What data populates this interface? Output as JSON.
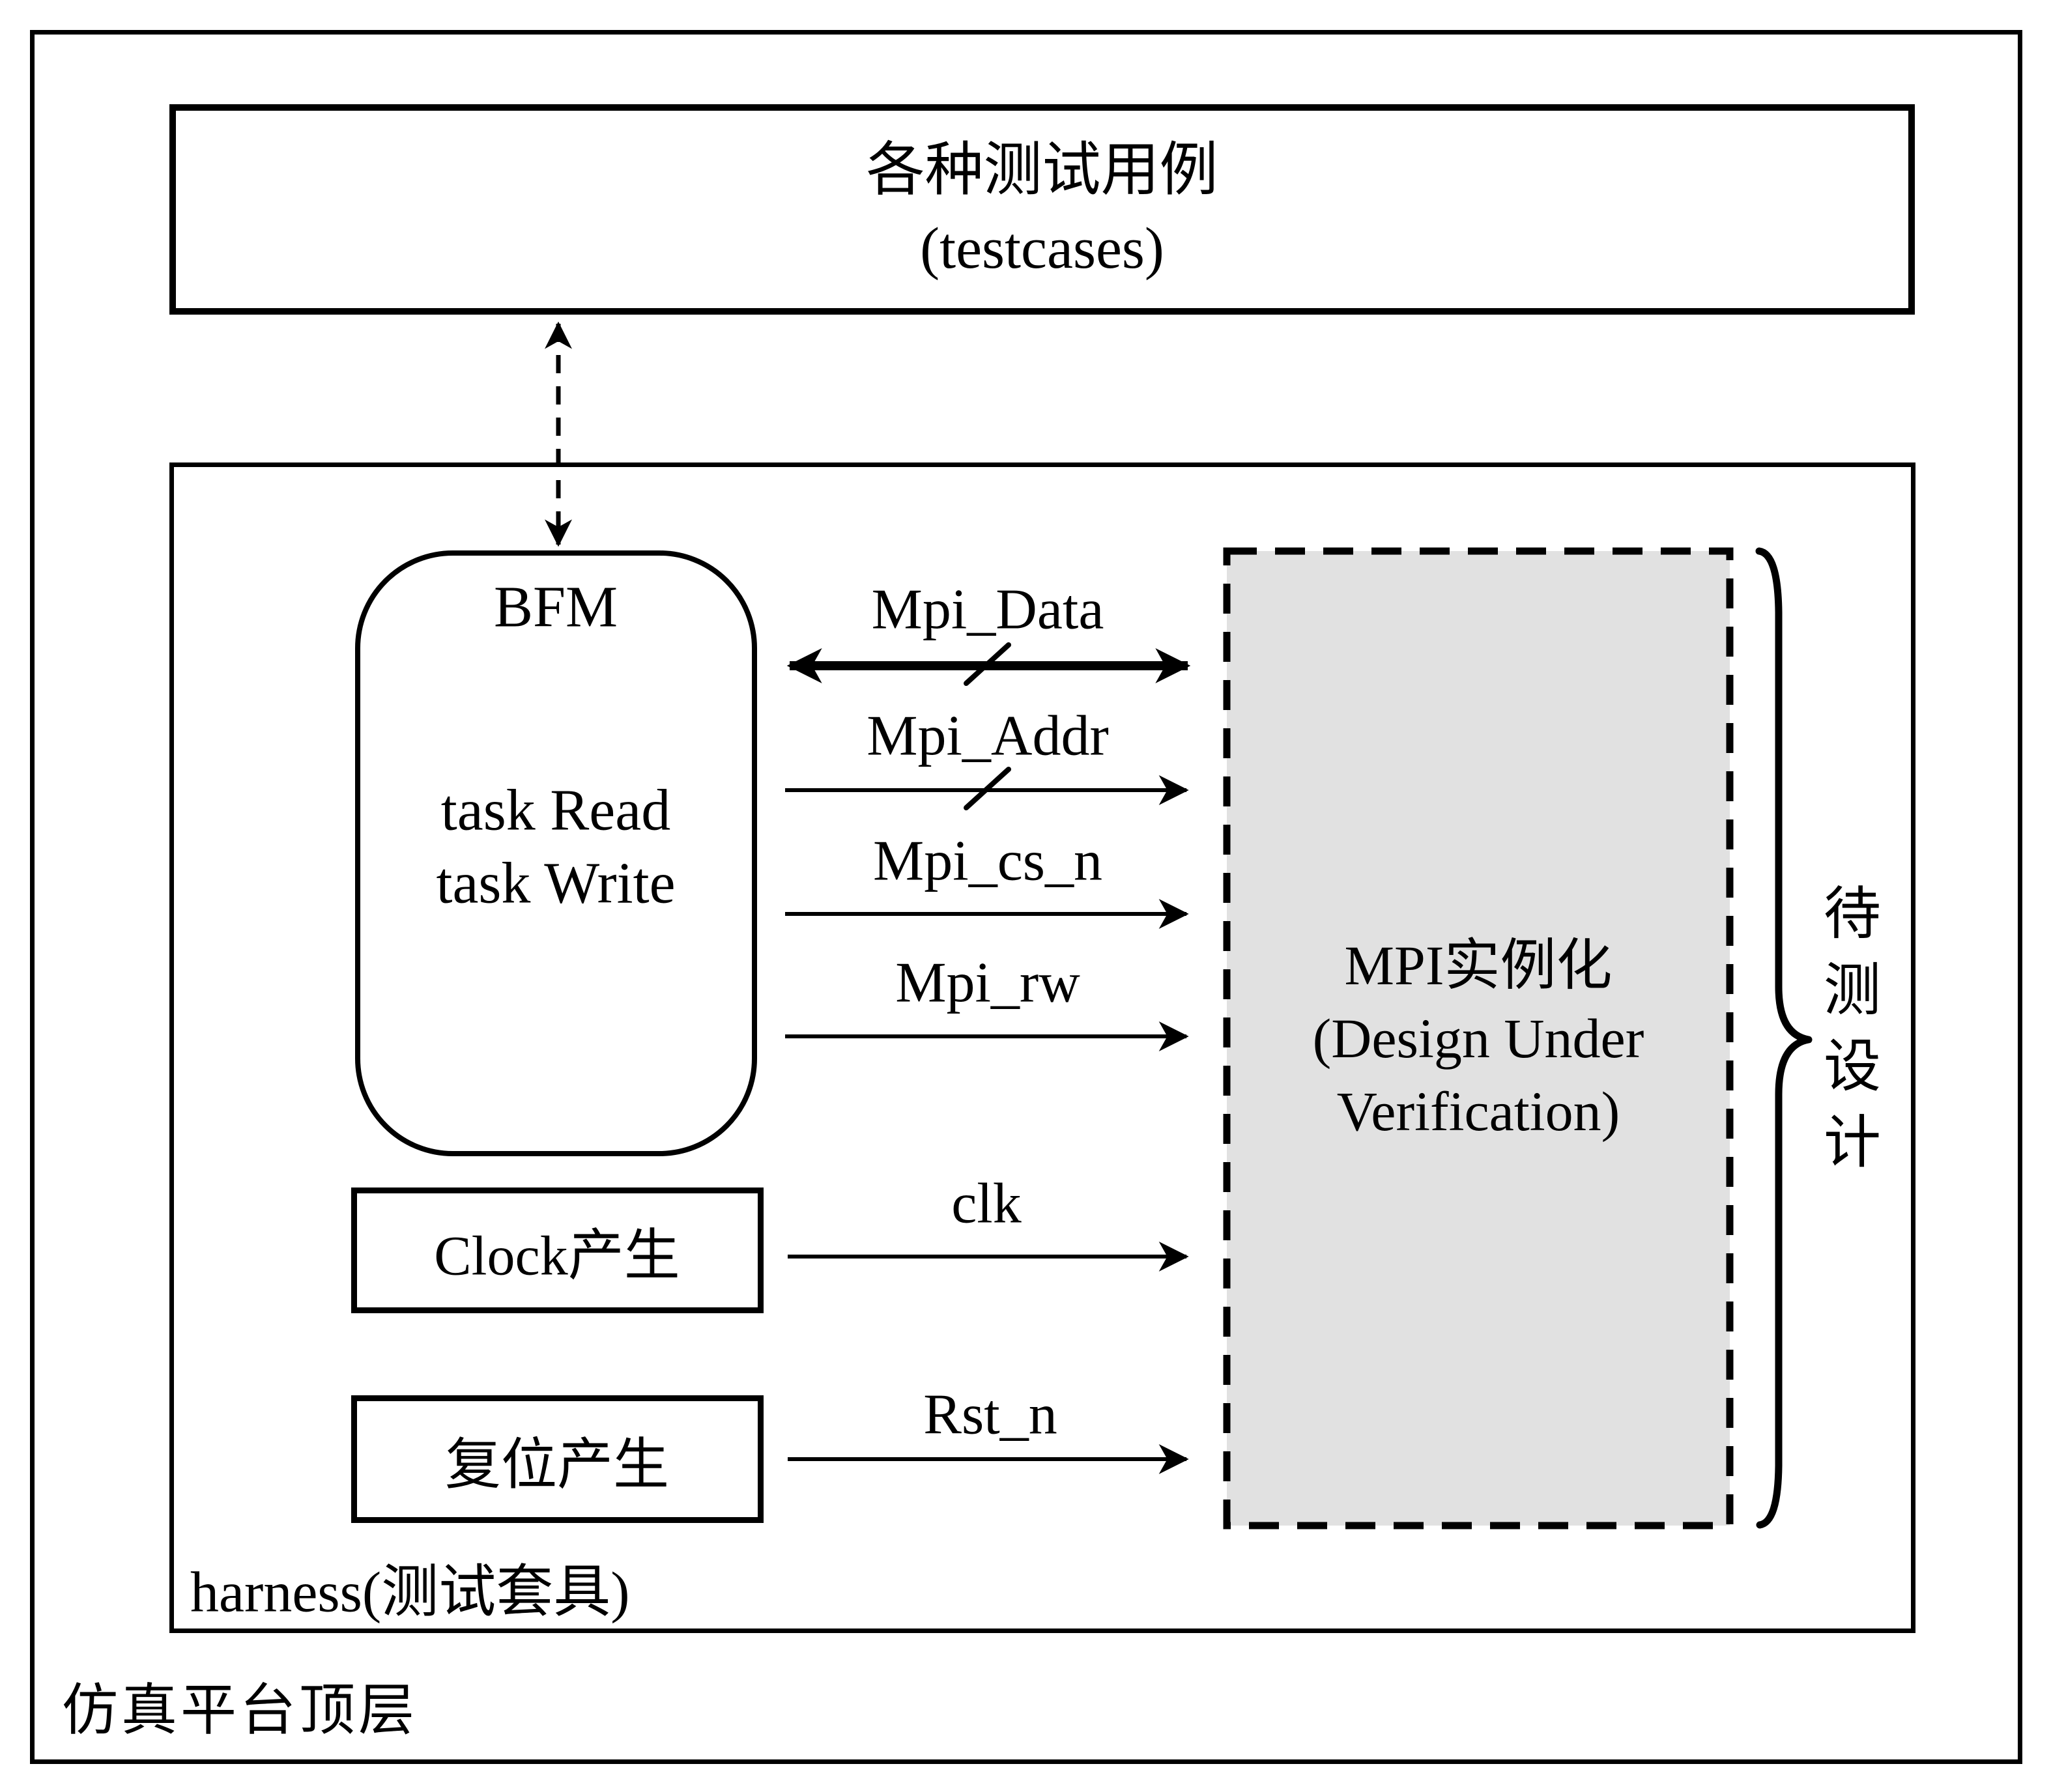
{
  "diagram": {
    "outer_label": "仿真平台顶层",
    "testcases": {
      "line1": "各种测试用例",
      "line2": "(testcases)"
    },
    "harness_label": "harness(测试套具)",
    "bfm": {
      "title": "BFM",
      "line1": "task Read",
      "line2": "task Write"
    },
    "clock_label": "Clock产生",
    "reset_label": "复位产生",
    "dut": {
      "line1": "MPI实例化",
      "line2": "(Design Under",
      "line3": "Verification)"
    },
    "signals": {
      "data": "Mpi_Data",
      "addr": "Mpi_Addr",
      "cs": "Mpi_cs_n",
      "rw": "Mpi_rw",
      "clk": "clk",
      "rst": "Rst_n"
    },
    "brace_chars": [
      "待",
      "测",
      "设",
      "计"
    ],
    "colors": {
      "ink": "#000000",
      "dut_fill": "#e1e1e1",
      "background": "#ffffff"
    }
  }
}
